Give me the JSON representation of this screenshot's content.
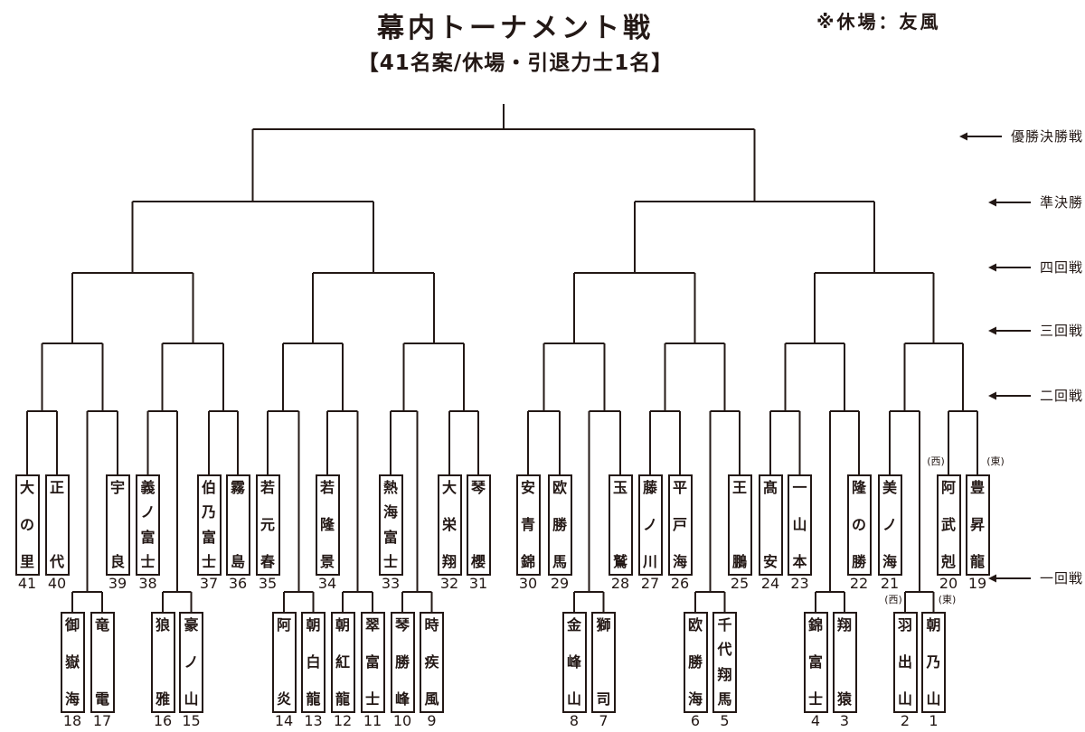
{
  "title": "幕内トーナメント戦",
  "subtitle": "【41名案/休場・引退力士1名】",
  "note": "※休場：友風",
  "round_labels": [
    "優勝決勝戦",
    "準決勝",
    "四回戦",
    "三回戦",
    "二回戦",
    "一回戦"
  ],
  "line_color": "#231815",
  "bracket": {
    "top_row": [
      {
        "no": "41",
        "name": "大の里"
      },
      {
        "no": "40",
        "name": "正代"
      },
      {
        "no": "39",
        "name": "宇良"
      },
      {
        "no": "38",
        "name": "義ノ富士"
      },
      {
        "no": "37",
        "name": "伯乃富士"
      },
      {
        "no": "36",
        "name": "霧島"
      },
      {
        "no": "35",
        "name": "若元春"
      },
      {
        "no": "34",
        "name": "若隆景"
      },
      {
        "no": "33",
        "name": "熱海富士"
      },
      {
        "no": "32",
        "name": "大栄翔"
      },
      {
        "no": "31",
        "name": "琴櫻"
      },
      {
        "no": "30",
        "name": "安青錦"
      },
      {
        "no": "29",
        "name": "欧勝馬"
      },
      {
        "no": "28",
        "name": "玉鷲"
      },
      {
        "no": "27",
        "name": "藤ノ川"
      },
      {
        "no": "26",
        "name": "平戸海"
      },
      {
        "no": "25",
        "name": "王鵬"
      },
      {
        "no": "24",
        "name": "髙安"
      },
      {
        "no": "23",
        "name": "一山本"
      },
      {
        "no": "22",
        "name": "隆の勝"
      },
      {
        "no": "21",
        "name": "美ノ海"
      },
      {
        "no": "20",
        "name": "阿武剋",
        "side": "(西)"
      },
      {
        "no": "19",
        "name": "豊昇龍",
        "side": "(東)"
      }
    ],
    "bottom_row": [
      {
        "no": "18",
        "name": "御嶽海"
      },
      {
        "no": "17",
        "name": "竜電"
      },
      {
        "no": "16",
        "name": "狼雅"
      },
      {
        "no": "15",
        "name": "豪ノ山"
      },
      {
        "no": "14",
        "name": "阿炎"
      },
      {
        "no": "13",
        "name": "朝白龍"
      },
      {
        "no": "12",
        "name": "朝紅龍"
      },
      {
        "no": "11",
        "name": "翠富士"
      },
      {
        "no": "10",
        "name": "琴勝峰"
      },
      {
        "no": "9",
        "name": "時疾風"
      },
      {
        "no": "8",
        "name": "金峰山"
      },
      {
        "no": "7",
        "name": "獅司"
      },
      {
        "no": "6",
        "name": "欧勝海"
      },
      {
        "no": "5",
        "name": "千代翔馬"
      },
      {
        "no": "4",
        "name": "錦富士"
      },
      {
        "no": "3",
        "name": "翔猿"
      },
      {
        "no": "2",
        "name": "羽出山",
        "side": "(西)"
      },
      {
        "no": "1",
        "name": "朝乃山",
        "side": "(東)"
      }
    ],
    "first_round_matches": [
      [
        "18",
        "17"
      ],
      [
        "16",
        "15"
      ],
      [
        "14",
        "13"
      ],
      [
        "12",
        "11"
      ],
      [
        "10",
        "9"
      ],
      [
        "8",
        "7"
      ],
      [
        "6",
        "5"
      ],
      [
        "4",
        "3"
      ],
      [
        "2",
        "1"
      ]
    ],
    "second_round_slots": [
      "41",
      "40",
      "M1",
      "39",
      "38",
      "M2",
      "37",
      "36",
      "35",
      "M3",
      "34",
      "M4",
      "33",
      "M5",
      "32",
      "31",
      "30",
      "29",
      "M6",
      "28",
      "27",
      "26",
      "M7",
      "25",
      "24",
      "23",
      "M8",
      "22",
      "21",
      "M9",
      "20",
      "19"
    ]
  }
}
